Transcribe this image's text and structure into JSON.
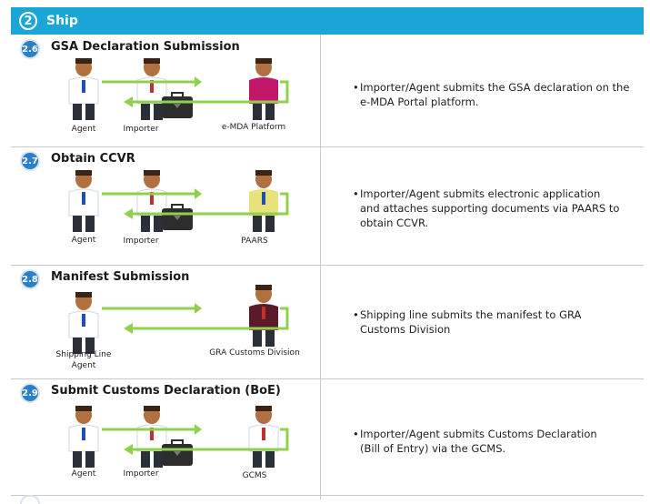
{
  "header": {
    "number": "2",
    "title": "Ship"
  },
  "colors": {
    "header": "#1aa7d8",
    "arrow": "#8fd14f",
    "badge": "#2a7fc9"
  },
  "steps": [
    {
      "badge": "2.6",
      "title": "GSA Declaration Submission",
      "labels": [
        "Agent",
        "Importer",
        "e-MDA Platform"
      ],
      "description_lines": [
        "Importer/Agent submits the GSA declaration on the",
        "e-MDA Portal platform."
      ]
    },
    {
      "badge": "2.7",
      "title": "Obtain CCVR",
      "labels": [
        "Agent",
        "Importer",
        "PAARS"
      ],
      "description_lines": [
        "Importer/Agent submits electronic application",
        "and attaches supporting documents via PAARS to",
        "obtain CCVR."
      ]
    },
    {
      "badge": "2.8",
      "title": "Manifest Submission",
      "labels": [
        "Shipping Line",
        "Agent",
        "GRA Customs Division"
      ],
      "description_lines": [
        "Shipping line submits the manifest to GRA",
        "Customs Division"
      ]
    },
    {
      "badge": "2.9",
      "title": "Submit Customs Declaration (BoE)",
      "labels": [
        "Agent",
        "Importer",
        "GCMS"
      ],
      "description_lines": [
        "Importer/Agent submits Customs Declaration",
        "(Bill of Entry) via the GCMS."
      ]
    }
  ]
}
